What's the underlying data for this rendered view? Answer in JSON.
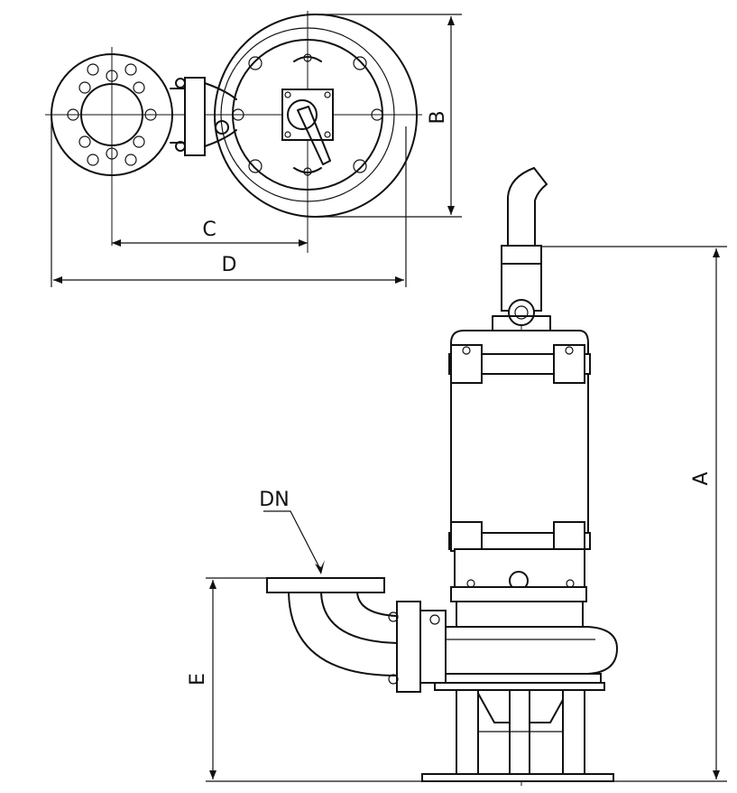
{
  "labels": {
    "A": "A",
    "B": "B",
    "C": "C",
    "D": "D",
    "E": "E",
    "DN": "DN"
  }
}
